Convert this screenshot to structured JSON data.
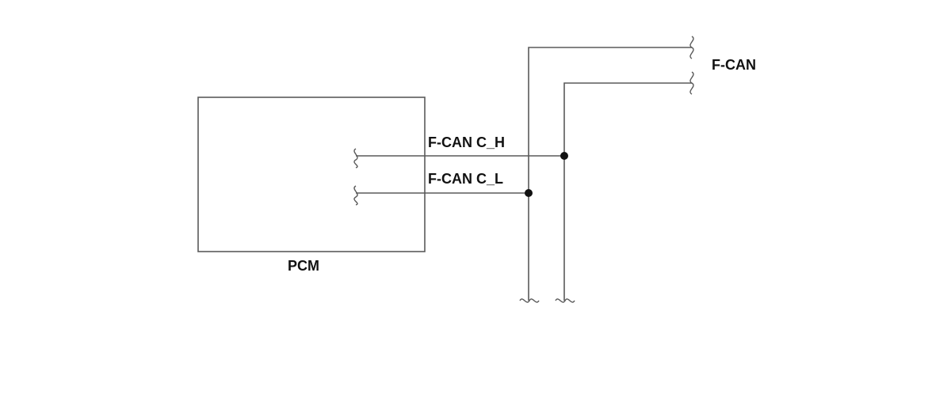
{
  "diagram": {
    "module_label": "PCM",
    "bus_label": "F-CAN",
    "signal_high_label": "F-CAN C_H",
    "signal_low_label": "F-CAN C_L"
  },
  "colors": {
    "wire": "#5a5a5a",
    "text": "#111111",
    "junction": "#111111",
    "background": "#ffffff"
  },
  "icons": [
    "wire-break-icon",
    "junction-dot-icon"
  ]
}
